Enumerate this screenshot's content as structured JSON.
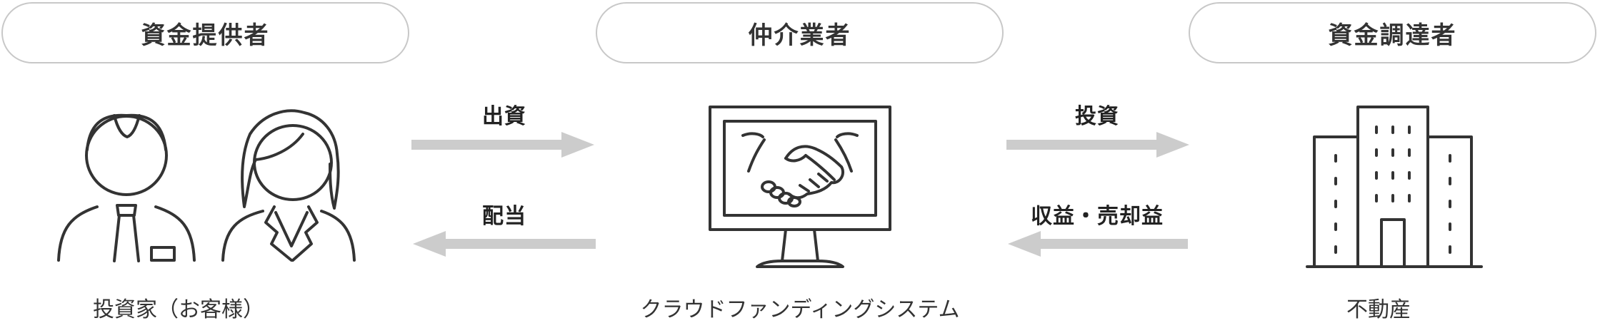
{
  "headers": {
    "provider": "資金提供者",
    "intermediary": "仲介業者",
    "raiser": "資金調達者"
  },
  "flows": {
    "investment": "出資",
    "dividend": "配当",
    "capital_deployment": "投資",
    "returns": "収益・売却益"
  },
  "captions": {
    "investor": "投資家（お客様）",
    "system": "クラウドファンディングシステム",
    "real_estate": "不動産"
  },
  "colors": {
    "line": "#333333",
    "arrow": "#cccccc",
    "pill_border": "#c8c8c8"
  },
  "icons": {
    "investor": "people-icon",
    "system": "monitor-handshake-icon",
    "real_estate": "building-icon"
  }
}
